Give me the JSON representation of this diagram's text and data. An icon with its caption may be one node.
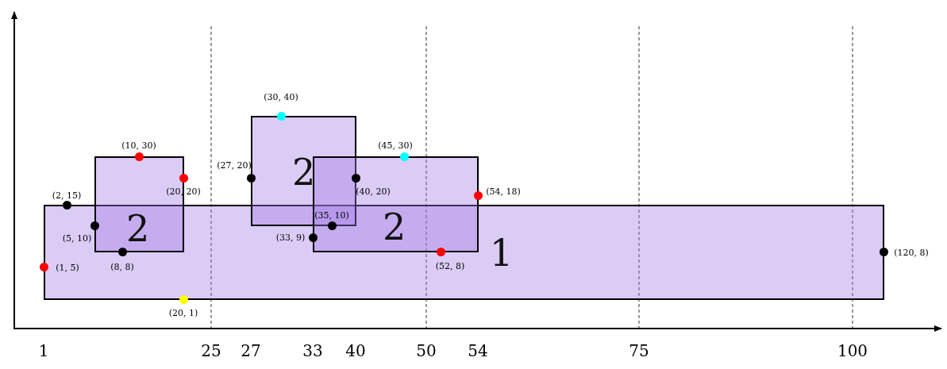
{
  "diagram": {
    "nodes": [
      {
        "text": [
          "1"
        ]
      },
      {
        "text": [
          "2"
        ]
      },
      {
        "text": [
          "2"
        ]
      },
      {
        "text": [
          "2"
        ]
      }
    ],
    "edges": [],
    "labels": [
      "(30, 40)",
      "(10, 30)",
      "(45, 30)",
      "(27, 20)",
      "(20, 20)",
      "(40, 20)",
      "(54, 18)",
      "(2, 15)",
      "(35, 10)",
      "(5, 10)",
      "(33, 9)",
      "(1, 5)",
      "(120, 8)",
      "(8, 8)",
      "(52, 8)",
      "(20, 1)",
      "1",
      "25",
      "27",
      "33",
      "40",
      "50",
      "54",
      "75",
      "100"
    ]
  }
}
